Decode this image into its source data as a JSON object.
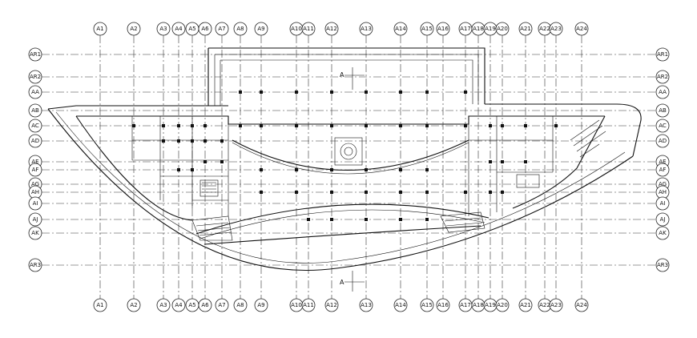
{
  "drawing": {
    "type": "architectural-floor-plan",
    "background": "#ffffff",
    "line_color": "#111111"
  },
  "grid_columns": [
    "A1",
    "A2",
    "A3",
    "A4",
    "A5",
    "A6",
    "A7",
    "A8",
    "A9",
    "A10",
    "A11",
    "A12",
    "A13",
    "A14",
    "A15",
    "A16",
    "A17",
    "A18",
    "A19",
    "A20",
    "A21",
    "A22",
    "A23",
    "A24"
  ],
  "grid_rows": [
    "AR1",
    "AR2",
    "AA",
    "AB",
    "AC",
    "AD",
    "AE",
    "AF",
    "AG",
    "AH",
    "AI",
    "AJ",
    "AK",
    "AR3"
  ],
  "section_marks": {
    "top": "A",
    "bottom": "A"
  }
}
